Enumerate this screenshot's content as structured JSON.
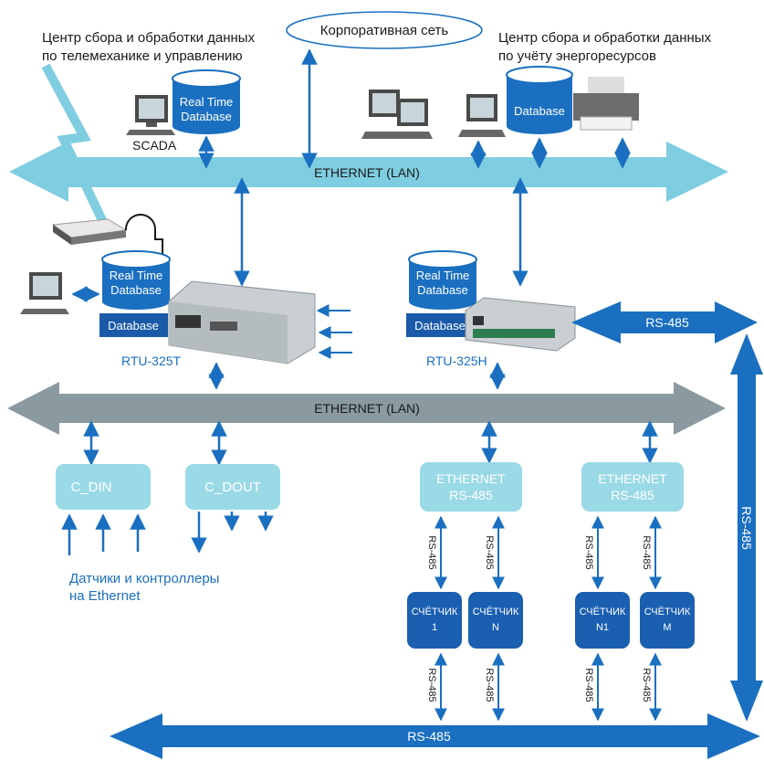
{
  "colors": {
    "light_bus": "#7fcde0",
    "gray_bus": "#8a9aa0",
    "dark_blue": "#1a6fc0",
    "box_light": "#9ad9e6",
    "box_dark": "#1b5fb0",
    "arrow": "#1a6fc0",
    "text_dark": "#1a1a1a",
    "text_blue": "#1a6fc0"
  },
  "header": {
    "left_line1": "Центр сбора и обработки данных",
    "left_line2": "по телемеханике и управлению",
    "corporate_net": "Корпоративная сеть",
    "right_line1": "Центр сбора и обработки данных",
    "right_line2": "по учёту энергоресурсов"
  },
  "top_area": {
    "rtdb_line1": "Real Time",
    "rtdb_line2": "Database",
    "scada": "SCADA",
    "database": "Database"
  },
  "buses": {
    "top": "ETHERNET (LAN)",
    "middle": "ETHERNET (LAN)",
    "right_rs485": "RS-485",
    "vertical_rs485": "RS-485",
    "bottom_rs485": "RS-485"
  },
  "rtu_left": {
    "rtdb_line1": "Real Time",
    "rtdb_line2": "Database",
    "database": "Database",
    "label": "RTU-325T"
  },
  "rtu_right": {
    "rtdb_line1": "Real Time",
    "rtdb_line2": "Database",
    "database": "Database",
    "label": "RTU-325H"
  },
  "modules": {
    "c_din": "C_DIN",
    "c_dout": "C_DOUT",
    "sensors_line1": "Датчики и контроллеры",
    "sensors_line2": "на Ethernet"
  },
  "converters": [
    {
      "line1": "ETHERNET",
      "line2": "RS-485"
    },
    {
      "line1": "ETHERNET",
      "line2": "RS-485"
    }
  ],
  "rs485_label": "RS-485",
  "meters": [
    {
      "line1": "СЧЁТЧИК",
      "line2": "1"
    },
    {
      "line1": "СЧЁТЧИК",
      "line2": "N"
    },
    {
      "line1": "СЧЁТЧИК",
      "line2": "N1"
    },
    {
      "line1": "СЧЁТЧИК",
      "line2": "M"
    }
  ]
}
